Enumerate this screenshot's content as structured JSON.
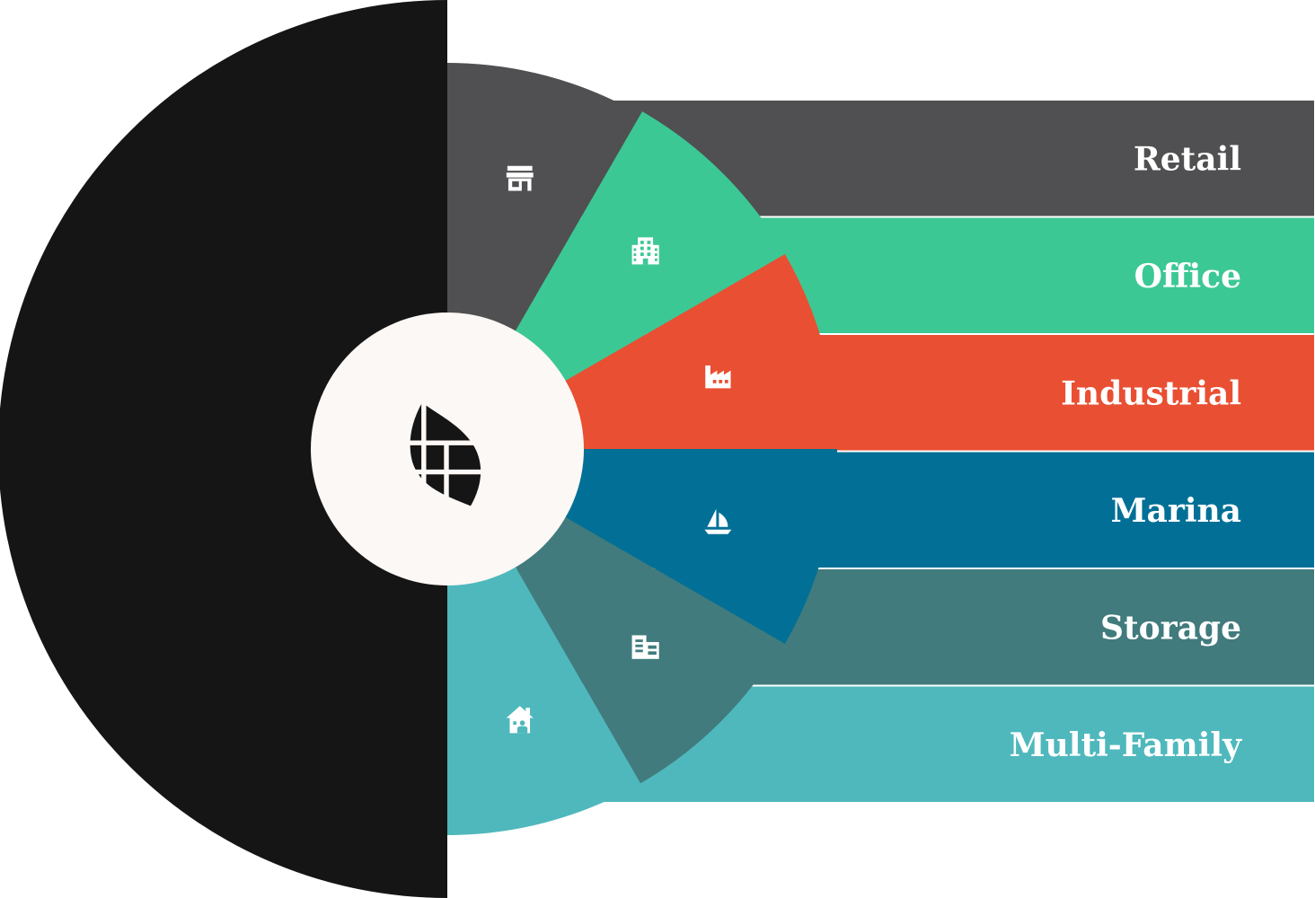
{
  "categories": [
    {
      "label": "Retail",
      "color": "#504f51",
      "icon": "storefront-icon",
      "highlighted": false
    },
    {
      "label": "Office",
      "color": "#3cc895",
      "icon": "office-building-icon",
      "highlighted": true
    },
    {
      "label": "Industrial",
      "color": "#e94f32",
      "icon": "factory-icon",
      "highlighted": true
    },
    {
      "label": "Marina",
      "color": "#027096",
      "icon": "sailboat-icon",
      "highlighted": true
    },
    {
      "label": "Storage",
      "color": "#417b7d",
      "icon": "storage-building-icon",
      "highlighted": false
    },
    {
      "label": "Multi-Family",
      "color": "#4fb8bc",
      "icon": "house-icon",
      "highlighted": false
    }
  ],
  "center": {
    "logo": "leaf-logo-icon",
    "background": "#fcf8f5"
  },
  "half_disc_color": "#161516"
}
